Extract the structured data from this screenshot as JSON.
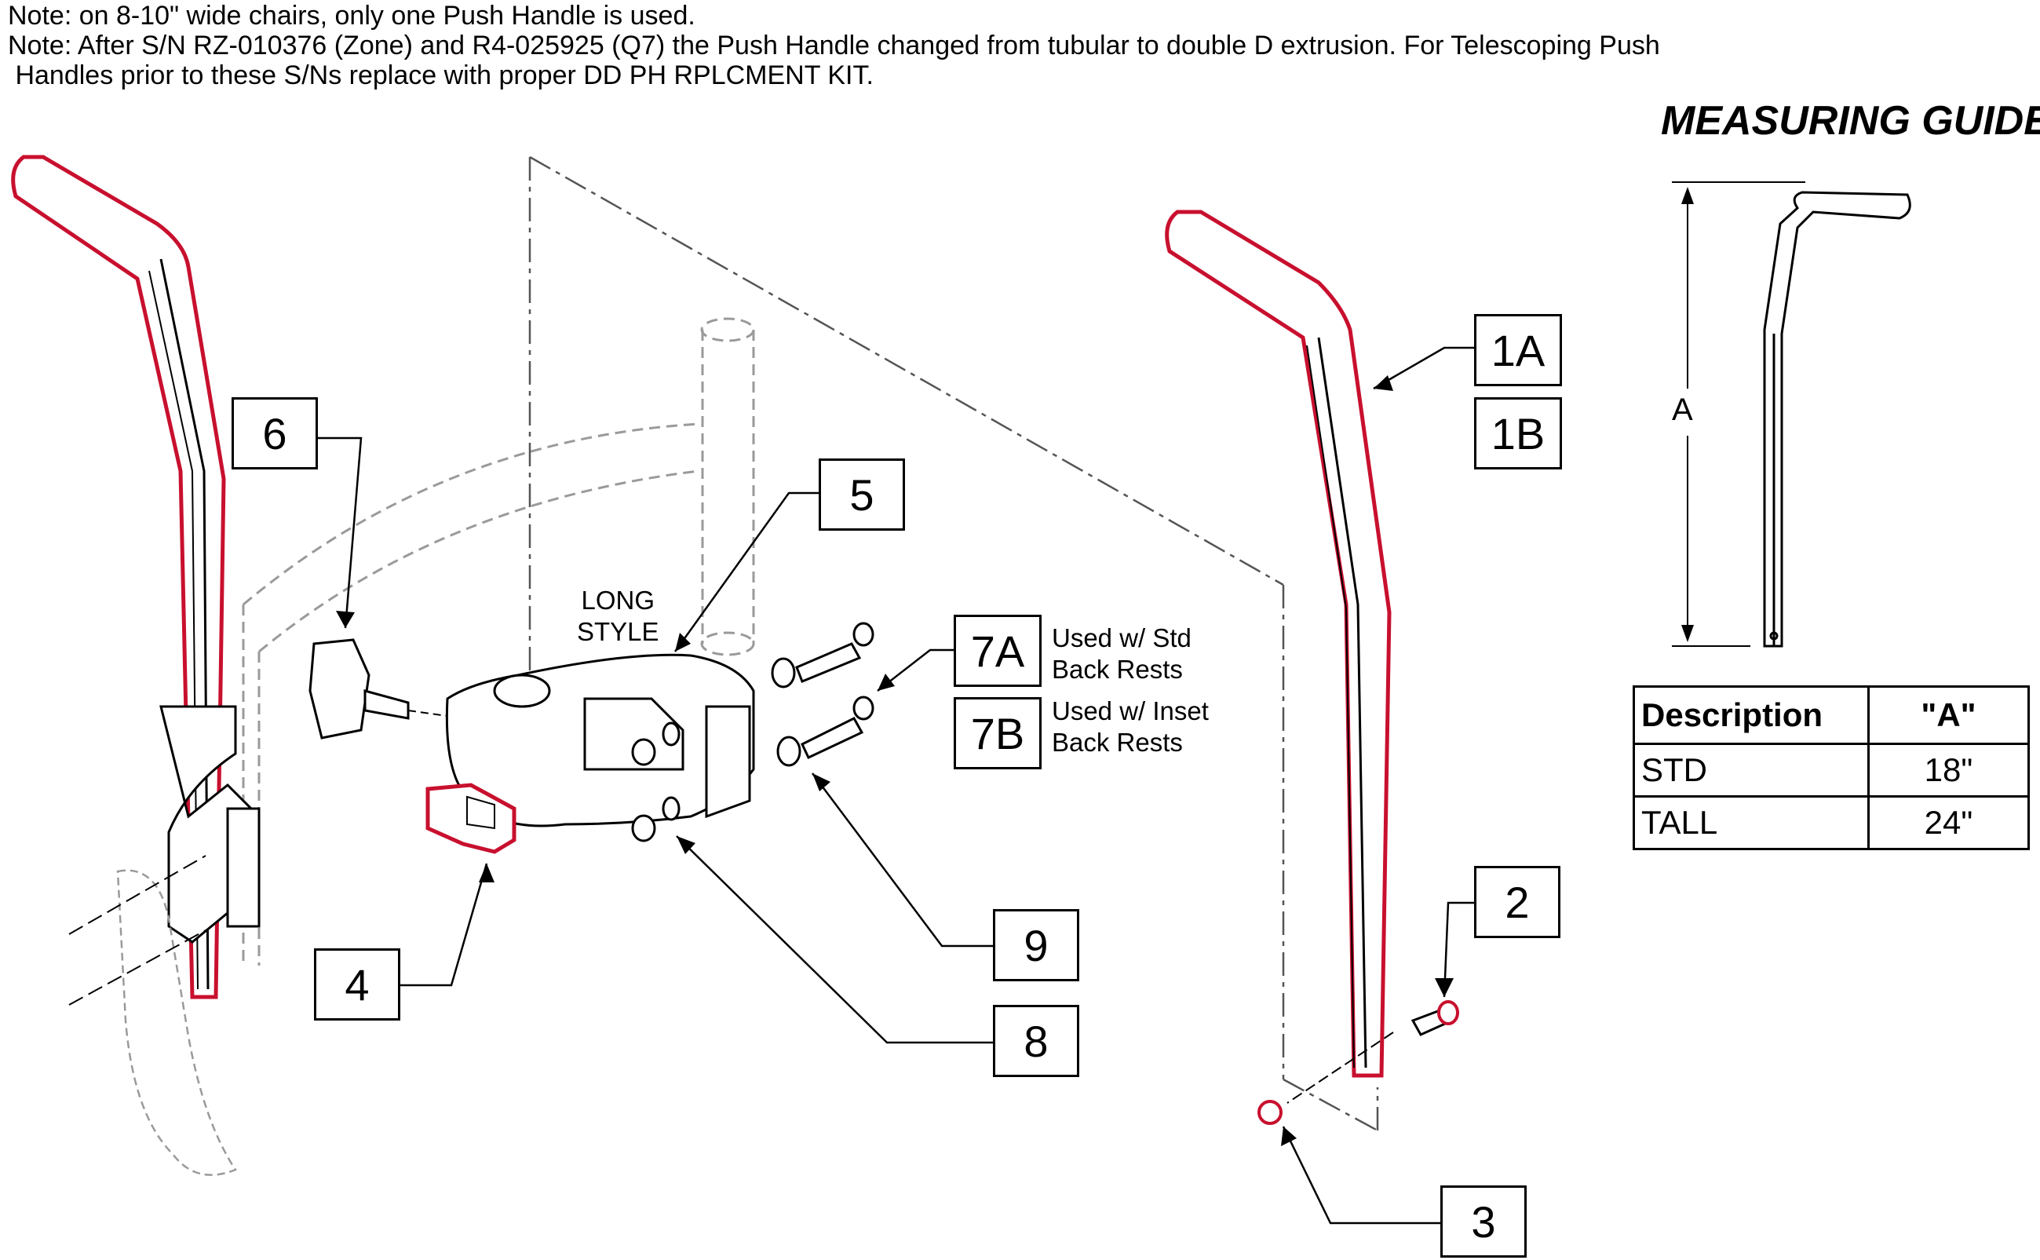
{
  "notes": [
    "Note: on 8-10\" wide chairs, only one Push Handle is used.",
    "Note: After S/N RZ-010376 (Zone) and R4-025925 (Q7) the Push Handle changed from tubular to double D extrusion. For Telescoping Push",
    " Handles prior to these S/Ns replace with proper DD PH RPLCMENT KIT."
  ],
  "callouts": {
    "c6": "6",
    "c5": "5",
    "c4": "4",
    "c7a": "7A",
    "c7b": "7B",
    "c9": "9",
    "c8": "8",
    "c1a": "1A",
    "c1b": "1B",
    "c2": "2",
    "c3": "3"
  },
  "labels": {
    "long_style": "LONG\nSTYLE",
    "used_std": "Used w/ Std\nBack Rests",
    "used_inset": "Used w/ Inset\nBack Rests"
  },
  "measuring_guide": {
    "title": "MEASURING GUIDE",
    "dimension_label": "A"
  },
  "table": {
    "headers": [
      "Description",
      "\"A\""
    ],
    "rows": [
      {
        "description": "STD",
        "a": "18\""
      },
      {
        "description": "TALL",
        "a": "24\""
      }
    ]
  },
  "colors": {
    "highlight": "#c8102e",
    "line": "#000000",
    "ghost": "#9a9a9a"
  }
}
